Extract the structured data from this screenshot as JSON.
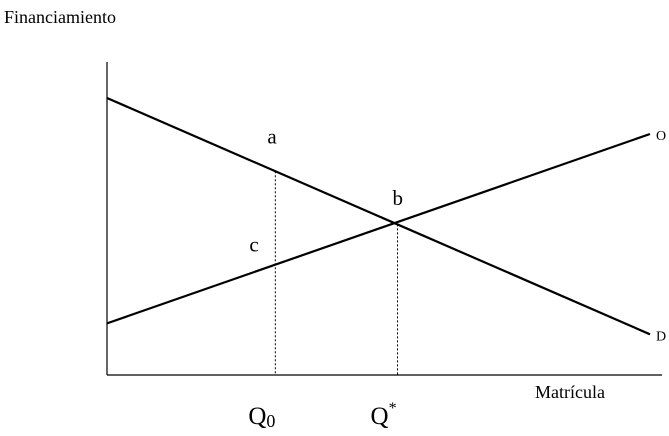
{
  "chart_data": {
    "type": "line",
    "ylabel": "Financiamiento",
    "xlabel": "Matrícula",
    "grid": false,
    "xlim": [
      0,
      10
    ],
    "ylim": [
      0,
      10
    ],
    "series": [
      {
        "name": "D",
        "x": [
          0,
          10
        ],
        "y": [
          8.85,
          1.3
        ]
      },
      {
        "name": "O",
        "x": [
          0,
          10
        ],
        "y": [
          1.65,
          7.7
        ]
      }
    ],
    "points": [
      {
        "label": "a",
        "x": 3.1,
        "y": 6.5
      },
      {
        "label": "b",
        "x": 5.35,
        "y": 4.8
      },
      {
        "label": "c",
        "x": 3.1,
        "y": 3.5
      }
    ],
    "markers": [
      {
        "label_main": "Q",
        "label_sub": "0",
        "label_sup": "",
        "x": 3.1
      },
      {
        "label_main": "Q",
        "label_sub": "",
        "label_sup": "*",
        "x": 5.35
      }
    ]
  }
}
